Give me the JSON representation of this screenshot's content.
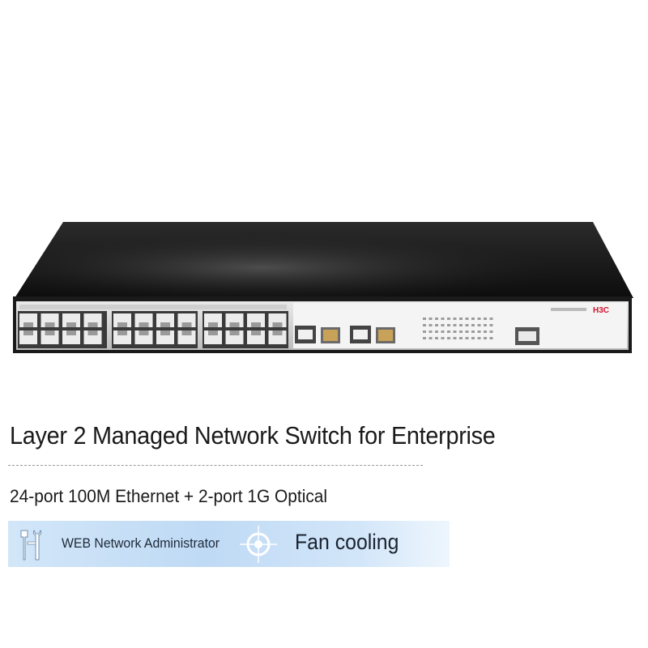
{
  "product": {
    "image_icon": "network-switch-photo",
    "brand_mark": "H3C",
    "title": "Layer 2 Managed Network Switch for Enterprise",
    "subtitle": "24-port 100M Ethernet + 2-port 1G Optical"
  },
  "features": [
    {
      "icon": "tools-icon",
      "label": "WEB Network Administrator"
    },
    {
      "icon": "fan-icon",
      "label": "Fan cooling"
    }
  ],
  "colors": {
    "chassis": "#1b1b1b",
    "front_panel": "#d9d9d9",
    "feature_band": "#c8e0f7",
    "brand_red": "#d0142c"
  }
}
